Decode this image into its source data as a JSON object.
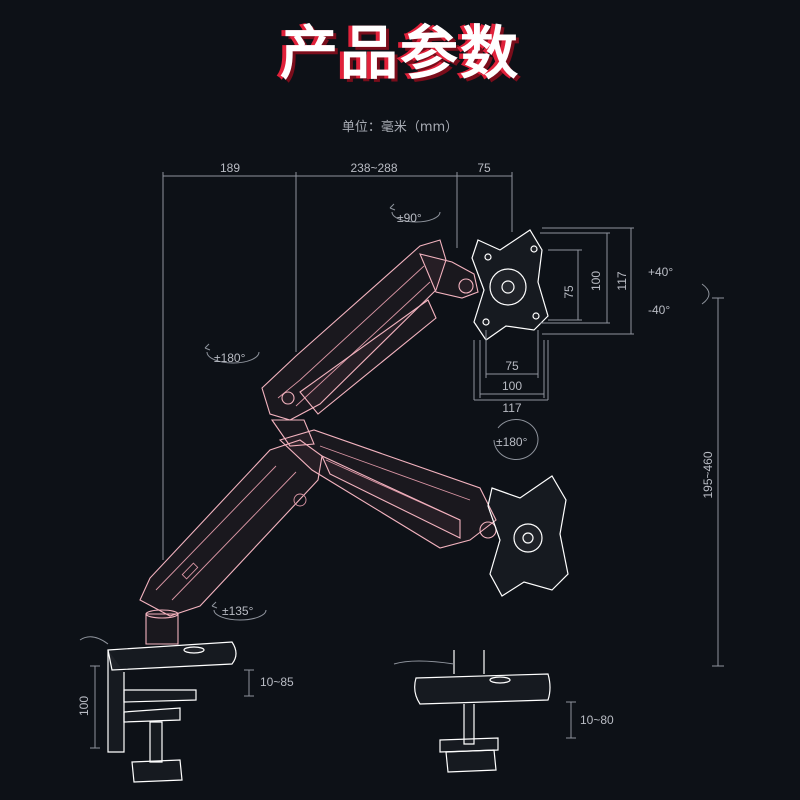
{
  "header": {
    "title": "产品参数",
    "unit": "单位：毫米（mm）"
  },
  "dimensions": {
    "top_189": "189",
    "top_238_288": "238~288",
    "top_75": "75",
    "v_75": "75",
    "v_100": "100",
    "v_117": "117",
    "h_75": "75",
    "h_100": "100",
    "h_117": "117",
    "tilt_up": "+40°",
    "tilt_down": "-40°",
    "height_range": "195~460",
    "clamp_100": "100",
    "clamp_10_85": "10~85",
    "grommet_10_80": "10~80"
  },
  "rotations": {
    "r90": "±90°",
    "r180_arm": "±180°",
    "r180_plate": "±180°",
    "r135": "±135°"
  },
  "colors": {
    "accent": "#e0213a",
    "line": "#f3b3bf",
    "bg": "#0d1117"
  }
}
